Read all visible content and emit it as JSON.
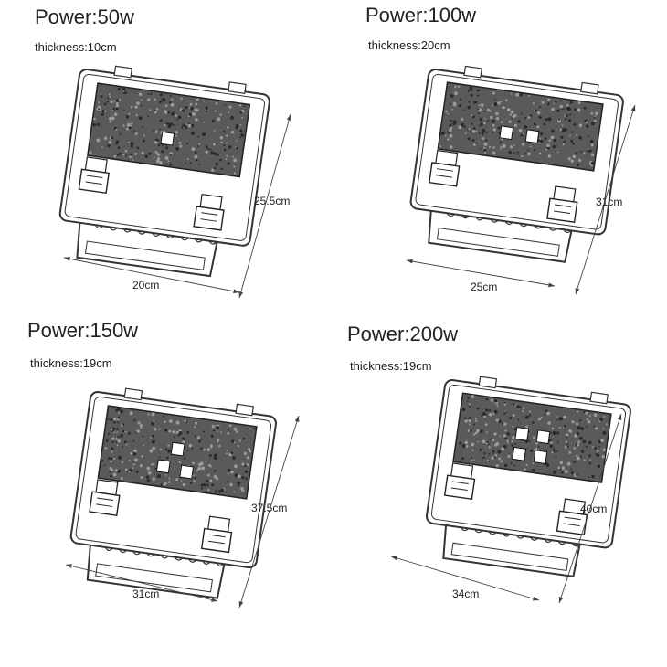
{
  "colors": {
    "outline": "#333333",
    "mesh": "#5a5a5a",
    "meshDot": "#2a2a2a",
    "background": "#ffffff"
  },
  "icons": [
    "floodlight-icon",
    "bracket-icon",
    "led-chip-icon",
    "dimension-arrow-icon"
  ],
  "products": [
    {
      "power": "Power:50w",
      "thickness": "thickness:10cm",
      "width": "20cm",
      "height": "25.5cm",
      "chips": 1
    },
    {
      "power": "Power:100w",
      "thickness": "thickness:20cm",
      "width": "25cm",
      "height": "31cm",
      "chips": 2
    },
    {
      "power": "Power:150w",
      "thickness": "thickness:19cm",
      "width": "31cm",
      "height": "37.5cm",
      "chips": 3
    },
    {
      "power": "Power:200w",
      "thickness": "thickness:19cm",
      "width": "34cm",
      "height": "40cm",
      "chips": 4
    }
  ]
}
